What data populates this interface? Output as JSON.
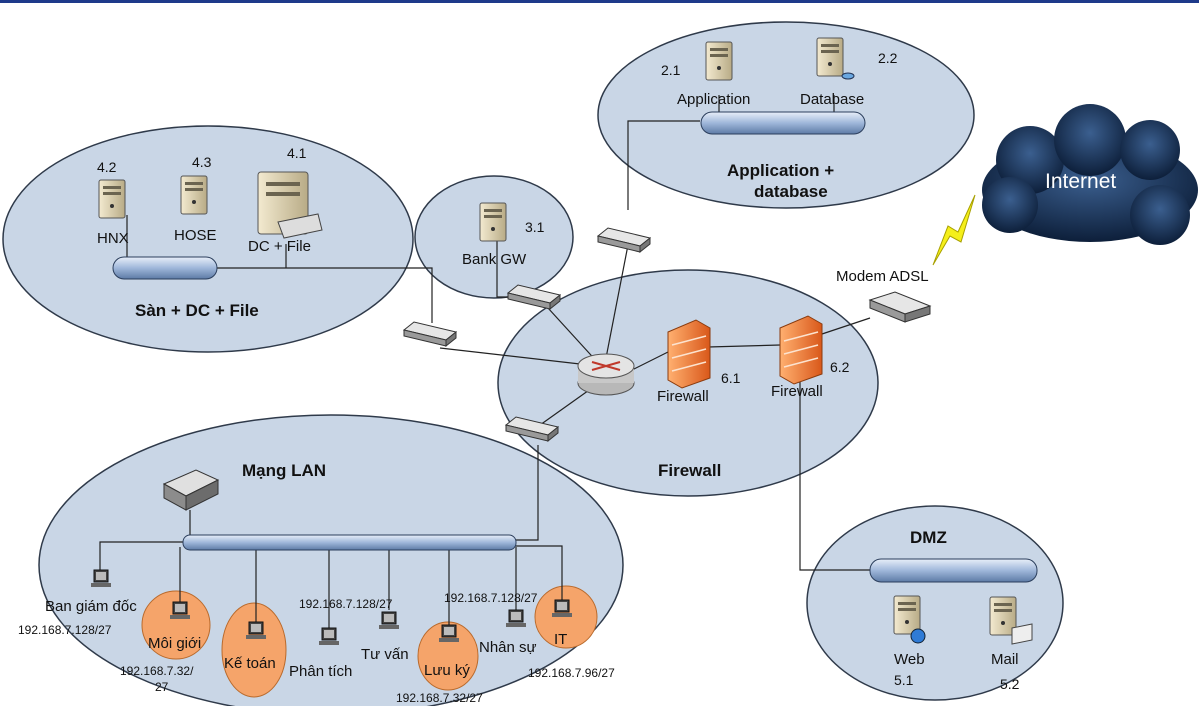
{
  "zones": {
    "san": "Sàn + DC + File",
    "app": "Application +",
    "app2": "database",
    "bank": "",
    "firewall": "Firewall",
    "lan": "Mạng LAN",
    "dmz": "DMZ"
  },
  "servers": {
    "hnx": {
      "num": "4.2",
      "label": "HNX"
    },
    "hose": {
      "num": "4.3",
      "label": "HOSE"
    },
    "dc": {
      "num": "4.1",
      "label": "DC + File"
    },
    "bank": {
      "num": "3.1",
      "label": "Bank GW"
    },
    "application": {
      "num": "2.1",
      "label": "Application"
    },
    "database": {
      "num": "2.2",
      "label": "Database"
    },
    "web": {
      "num": "5.1",
      "label": "Web"
    },
    "mail": {
      "num": "5.2",
      "label": "Mail"
    }
  },
  "firewalls": {
    "fw1": {
      "num": "6.1",
      "label": "Firewall"
    },
    "fw2": {
      "num": "6.2",
      "label": "Firewall"
    }
  },
  "internet": "Internet",
  "modem": "Modem ADSL",
  "lan": {
    "ban_giam_doc": {
      "label": "Ban giám đốc",
      "ip": "192.168.7.128/27"
    },
    "moi_gioi": {
      "label": "Môi giới",
      "ip1": "192.168.7.32/",
      "ip2": "27"
    },
    "ke_toan": {
      "label": "Kế toán"
    },
    "phan_tich": {
      "label": "Phân tích",
      "ip": "192.168.7.128/27"
    },
    "tu_van": {
      "label": "Tư vấn"
    },
    "luu_ky": {
      "label": "Lưu ký",
      "ip": "192.168.7.32/27"
    },
    "nhan_su": {
      "label": "Nhân sự",
      "ip": "192.168.7.128/27"
    },
    "it": {
      "label": "IT",
      "ip": "192.168.7.96/27"
    }
  },
  "colors": {
    "zone_fill": "#c9d6e6",
    "zone_stroke": "#2f3a4a",
    "highlight": "#f5a46a",
    "bus": "#9fb7da",
    "firewall": "#f07a2a",
    "top_border": "#1e3a8a"
  }
}
